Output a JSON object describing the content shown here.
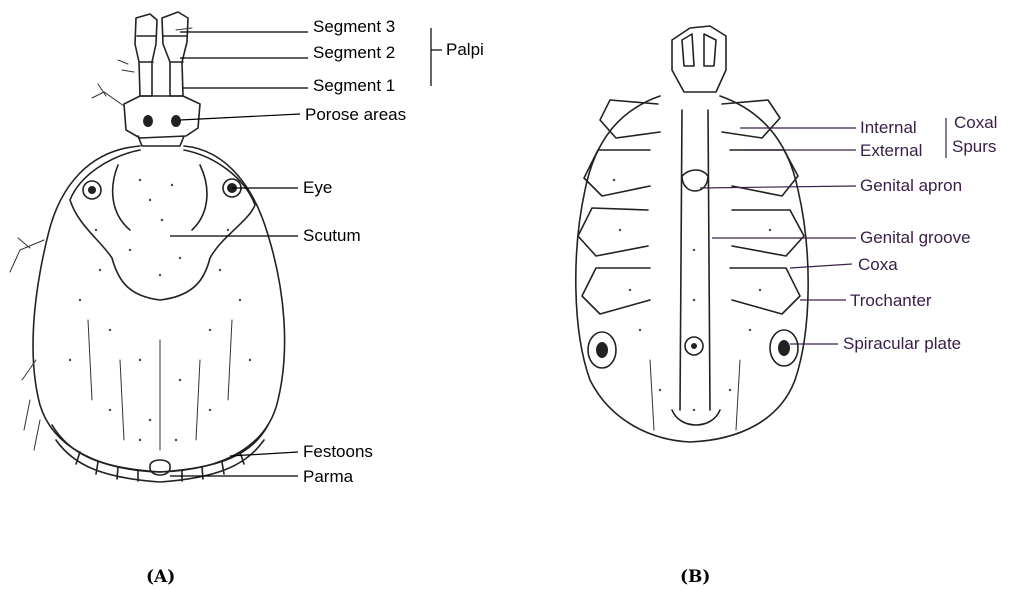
{
  "panel_a": {
    "caption": "(A)",
    "labels": {
      "segment3": "Segment 3",
      "segment2": "Segment 2",
      "segment1": "Segment 1",
      "palpi": "Palpi",
      "porose": "Porose areas",
      "eye": "Eye",
      "scutum": "Scutum",
      "festoons": "Festoons",
      "parma": "Parma"
    }
  },
  "panel_b": {
    "caption": "(B)",
    "labels": {
      "internal": "Internal",
      "external": "External",
      "coxal": "Coxal",
      "spurs": "Spurs",
      "genital_apron": "Genital apron",
      "genital_groove": "Genital groove",
      "coxa": "Coxa",
      "trochanter": "Trochanter",
      "spiracular_plate": "Spiracular plate"
    }
  },
  "colors": {
    "panel_b_labels": "#3a2048",
    "ink": "#222222"
  }
}
